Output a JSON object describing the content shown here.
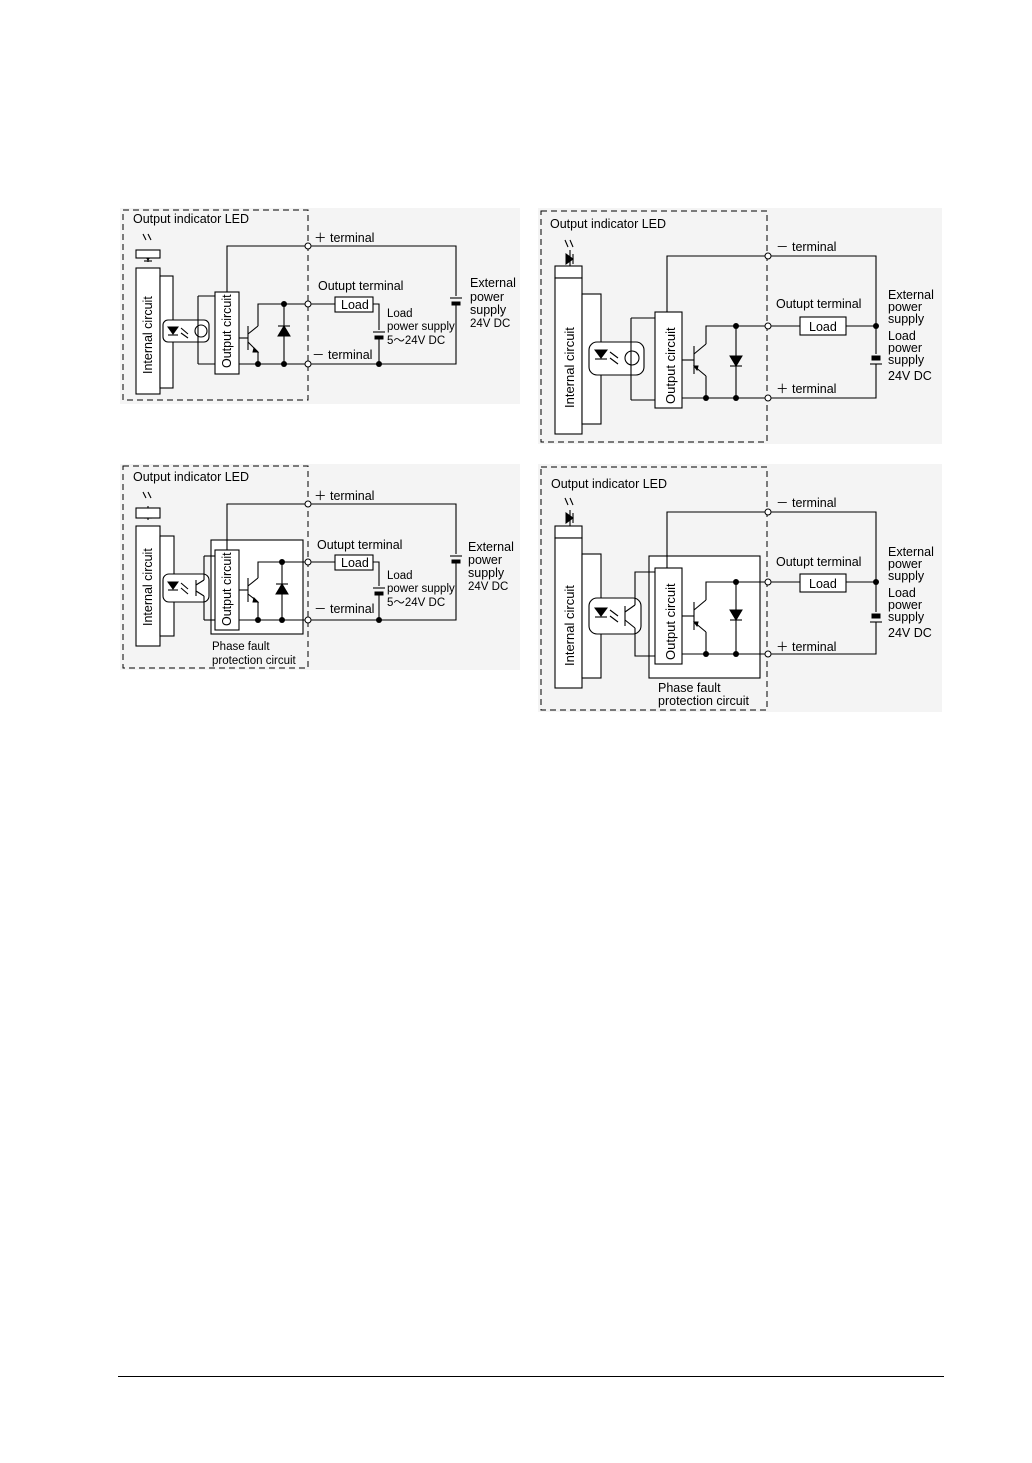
{
  "diagrams": [
    {
      "indicator_label": "Output indicator LED",
      "internal_circuit_label": "Internal circuit",
      "output_circuit_label": "Output circuit",
      "top_terminal_label": "＋ terminal",
      "bottom_terminal_label": "－ terminal",
      "output_terminal_label": "Outupt terminal",
      "load_label": "Load",
      "load_supply_lines": [
        "Load",
        "power supply",
        "5～24V DC"
      ],
      "external_supply_lines": [
        "External",
        "power",
        "supply",
        "24V DC"
      ]
    },
    {
      "indicator_label": "Output indicator LED",
      "internal_circuit_label": "Internal circuit",
      "output_circuit_label": "Output circuit",
      "top_terminal_label": "－ terminal",
      "bottom_terminal_label": "＋ terminal",
      "output_terminal_label": "Outupt terminal",
      "load_label": "Load",
      "external_supply_lines": [
        "External",
        "power",
        "supply"
      ],
      "load_supply_lines": [
        "Load",
        "power",
        "supply",
        "24V DC"
      ]
    },
    {
      "indicator_label": "Output indicator LED",
      "internal_circuit_label": "Internal circuit",
      "output_circuit_label": "Output circuit",
      "top_terminal_label": "＋ terminal",
      "bottom_terminal_label": "－ terminal",
      "output_terminal_label": "Outupt terminal",
      "load_label": "Load",
      "load_supply_lines": [
        "Load",
        "power supply",
        "5～24V DC"
      ],
      "external_supply_lines": [
        "External",
        "power",
        "supply",
        "24V DC"
      ],
      "protection_lines": [
        "Phase fault",
        "protection circuit"
      ]
    },
    {
      "indicator_label": "Output indicator LED",
      "internal_circuit_label": "Internal circuit",
      "output_circuit_label": "Output circuit",
      "top_terminal_label": "－ terminal",
      "bottom_terminal_label": "＋ terminal",
      "output_terminal_label": "Outupt terminal",
      "load_label": "Load",
      "external_supply_lines": [
        "External",
        "power",
        "supply"
      ],
      "load_supply_lines": [
        "Load",
        "power",
        "supply",
        "24V DC"
      ],
      "protection_lines": [
        "Phase fault",
        "protection circuit"
      ]
    }
  ]
}
